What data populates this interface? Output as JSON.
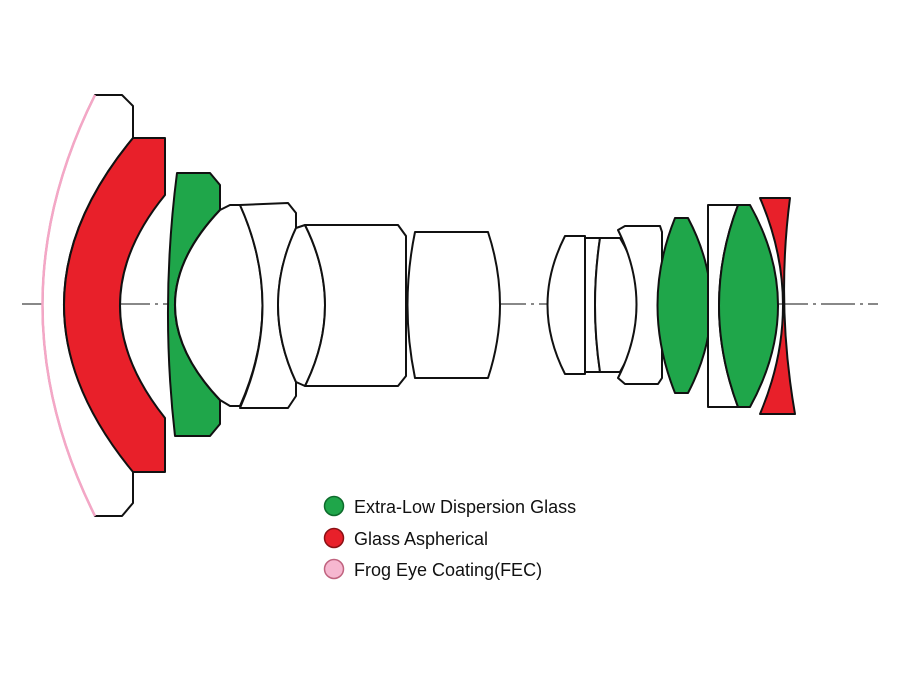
{
  "colors": {
    "ed": "#1fa64a",
    "aspherical": "#e8202a",
    "fec": "#f4a7c6",
    "plain": "#ffffff",
    "outline": "#111111"
  },
  "legend": [
    {
      "label": "Extra-Low Dispersion Glass",
      "swatch_color": "#1fa64a",
      "outline_color": "#0e6b2c"
    },
    {
      "label": "Glass Aspherical",
      "swatch_color": "#e8202a",
      "outline_color": "#8a1014"
    },
    {
      "label": "Frog Eye Coating(FEC)",
      "swatch_color": "#f6b7d0",
      "outline_color": "#c0637f"
    }
  ]
}
